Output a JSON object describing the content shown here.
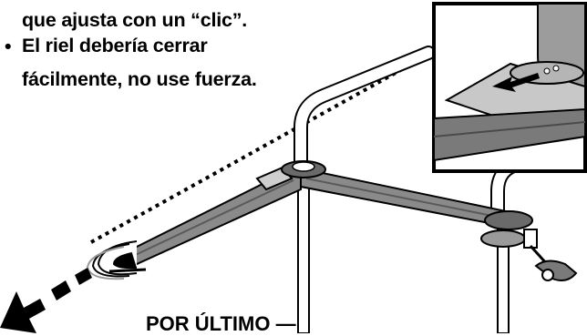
{
  "instructions": {
    "line_partial": "que ajusta con un “clic”.",
    "bullet_symbol": "•",
    "bullet_line1": "El riel debería cerrar",
    "bullet_line2": "fácilmente, no use fuerza."
  },
  "footer": {
    "heading": "POR ÚLTIMO —"
  },
  "colors": {
    "ink": "#000000",
    "rail_gray": "#8a8a8a",
    "rail_dark": "#5a5a5a",
    "inset_gray": "#9c9c9c"
  },
  "icons": [
    "arrow-left-icon",
    "rail-illustration",
    "detail-inset"
  ]
}
